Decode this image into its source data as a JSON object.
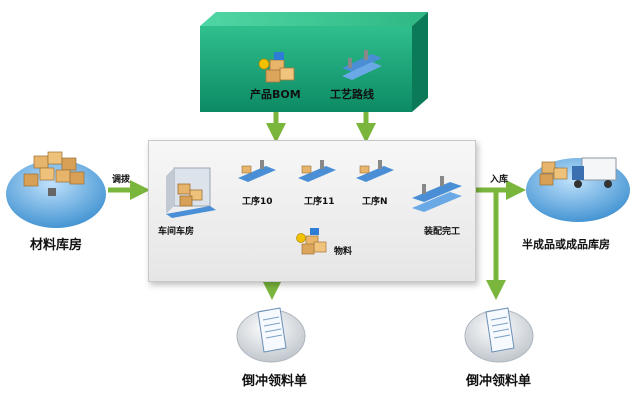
{
  "top_box": {
    "product_bom_label": "产品BOM",
    "routing_label": "工艺路线"
  },
  "left": {
    "material_warehouse_label": "材料库房",
    "transfer_label": "调拨"
  },
  "workshop": {
    "workshop_warehouse_label": "车间车房",
    "op10_label": "工序10",
    "op11_label": "工序11",
    "opN_label": "工序N",
    "material_label": "物料",
    "assembly_done_label": "装配完工"
  },
  "right": {
    "inbound_label": "入库",
    "product_warehouse_label": "半成品或成品库房"
  },
  "bottom": {
    "backflush_left_label": "倒冲领料单",
    "backflush_right_label": "倒冲领料单"
  },
  "colors": {
    "arrow_green": "#7ab53c",
    "box_green": "#1aa07a",
    "warehouse_blue": "#3c8fd0"
  }
}
